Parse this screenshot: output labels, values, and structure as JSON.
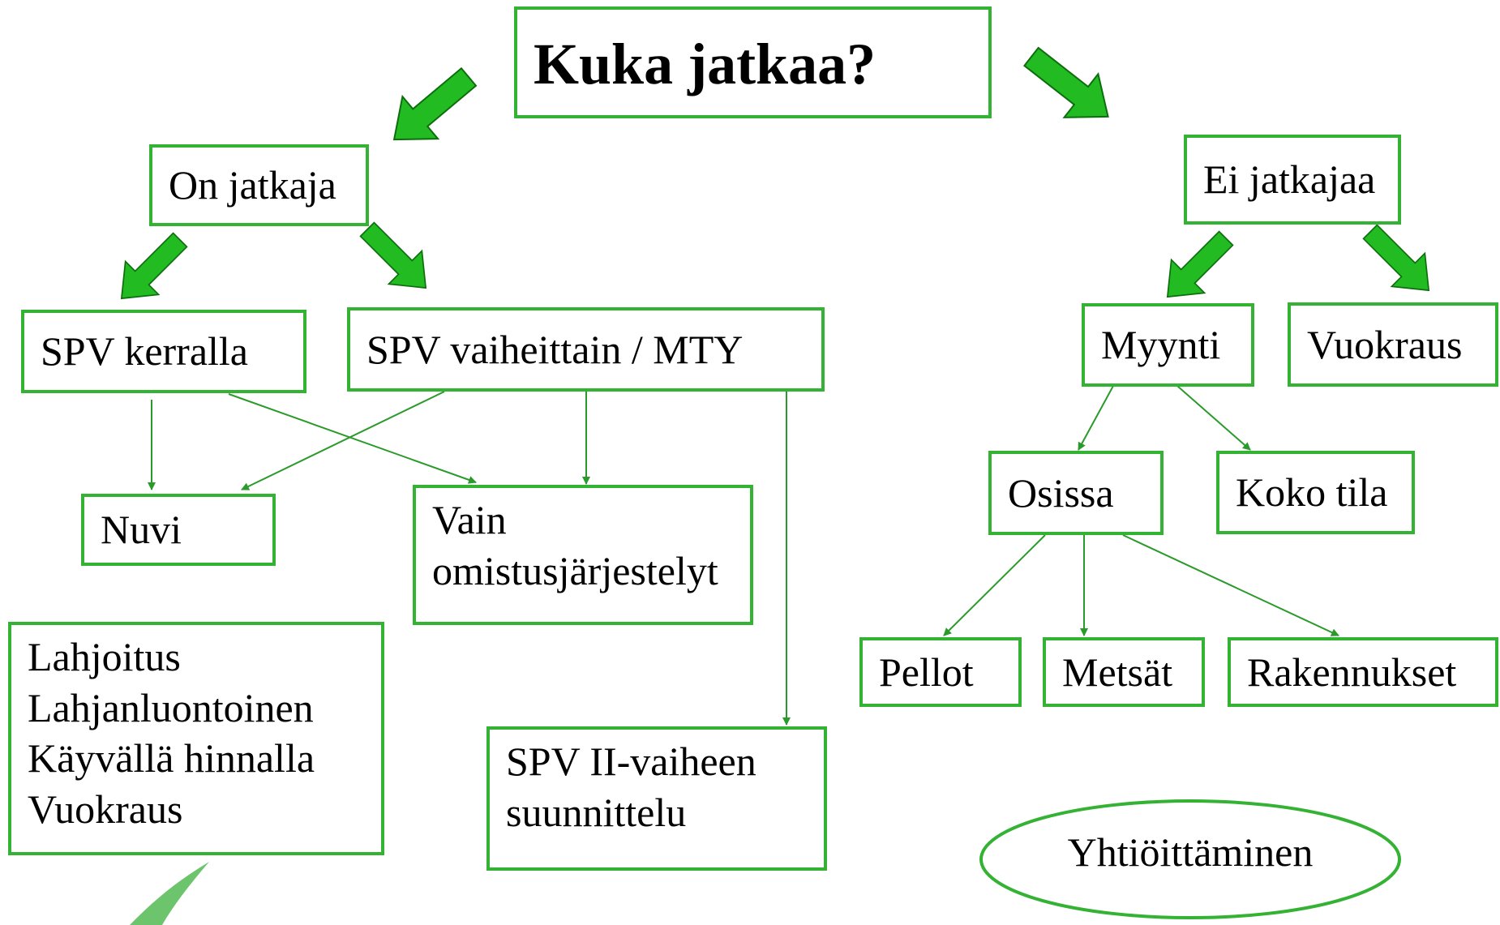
{
  "title": "Kuka jatkaa?",
  "on_jatkaja": "On jatkaja",
  "ei_jatkajaa": "Ei jatkajaa",
  "spv_kerralla": "SPV kerralla",
  "spv_vaiheittain": "SPV vaiheittain / MTY",
  "nuvi": "Nuvi",
  "vain_omistus": [
    "Vain",
    "omistusjärjestelyt"
  ],
  "lahjoitus": [
    "Lahjoitus",
    "Lahjanluontoinen",
    "Käyvällä hinnalla",
    "Vuokraus"
  ],
  "spv_ii": [
    "SPV II-vaiheen",
    "suunnittelu"
  ],
  "myynti": "Myynti",
  "vuokraus": "Vuokraus",
  "osissa": "Osissa",
  "koko_tila": "Koko tila",
  "pellot": "Pellot",
  "metsat": "Metsät",
  "rakennukset": "Rakennukset",
  "yhtioittaminen": "Yhtiöittäminen",
  "colors": {
    "border": "#33b233",
    "arrow_fill": "#22bb22",
    "arrow_stroke": "#0d6e0d",
    "connector": "#2a9a2a"
  }
}
